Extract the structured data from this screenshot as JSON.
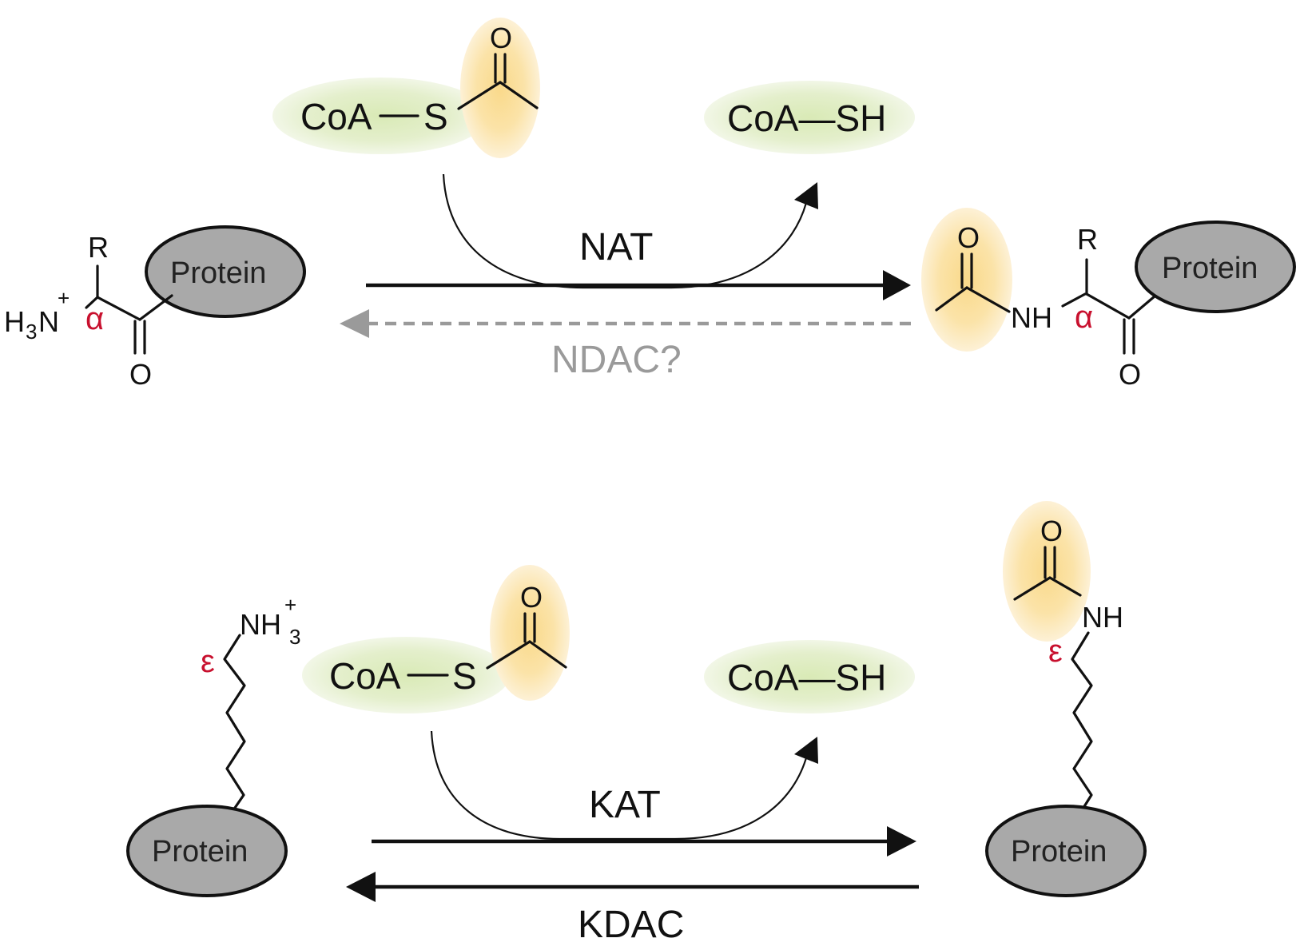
{
  "top_reaction": {
    "enzyme_forward": "NAT",
    "enzyme_reverse": "NDAC?",
    "acetyl_coa": {
      "coa": "CoA",
      "s": "S",
      "o": "O"
    },
    "coa_sh": "CoA—SH",
    "substrate": {
      "r": "R",
      "h3n": "H",
      "sub3": "3",
      "n": "N",
      "plus": "+",
      "greek": "α",
      "o": "O",
      "protein": "Protein"
    },
    "product": {
      "o_acetyl": "O",
      "nh": "NH",
      "r": "R",
      "greek": "α",
      "o": "O",
      "protein": "Protein"
    }
  },
  "bottom_reaction": {
    "enzyme_forward": "KAT",
    "enzyme_reverse": "KDAC",
    "acetyl_coa": {
      "coa": "CoA",
      "s": "S",
      "o": "O"
    },
    "coa_sh": "CoA—SH",
    "substrate": {
      "nh": "NH",
      "sub3": "3",
      "plus": "+",
      "greek": "ε",
      "protein": "Protein"
    },
    "product": {
      "o": "O",
      "nh": "NH",
      "greek": "ε",
      "protein": "Protein"
    }
  },
  "colors": {
    "coa_highlight": "#e4efcc",
    "acetyl_highlight": "#fbe3a8",
    "protein_fill": "#a9a9a9",
    "greek_label": "#c8102e",
    "reverse_uncertain": "#9a9a9a"
  }
}
